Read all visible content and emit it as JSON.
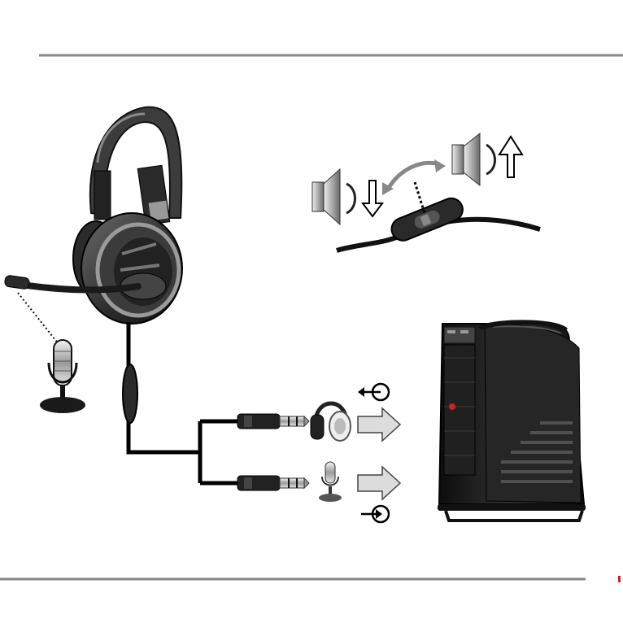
{
  "page": {
    "background": "#ffffff"
  },
  "colors": {
    "rule": "#888888",
    "cable": "#000000",
    "arrow_fill": "#dcdcdc",
    "headset_dark": "#1e1e1e",
    "headset_mid": "#555555",
    "case_body": "#1a1a1a",
    "case_panel": "#3a3a3a"
  },
  "icons": {
    "headset": "headset-illustration",
    "volume_down": "speaker-volume-down-icon",
    "volume_up": "speaker-volume-up-icon",
    "volume_slider": "inline-volume-slider",
    "microphone": "desk-microphone-icon",
    "headphones": "headphones-icon",
    "audio_output": "audio-output-port-icon",
    "audio_input": "audio-input-port-icon",
    "plug": "3.5mm-jack-plug",
    "pc": "computer-tower-case",
    "direction_arrow": "right-arrow-icon"
  }
}
